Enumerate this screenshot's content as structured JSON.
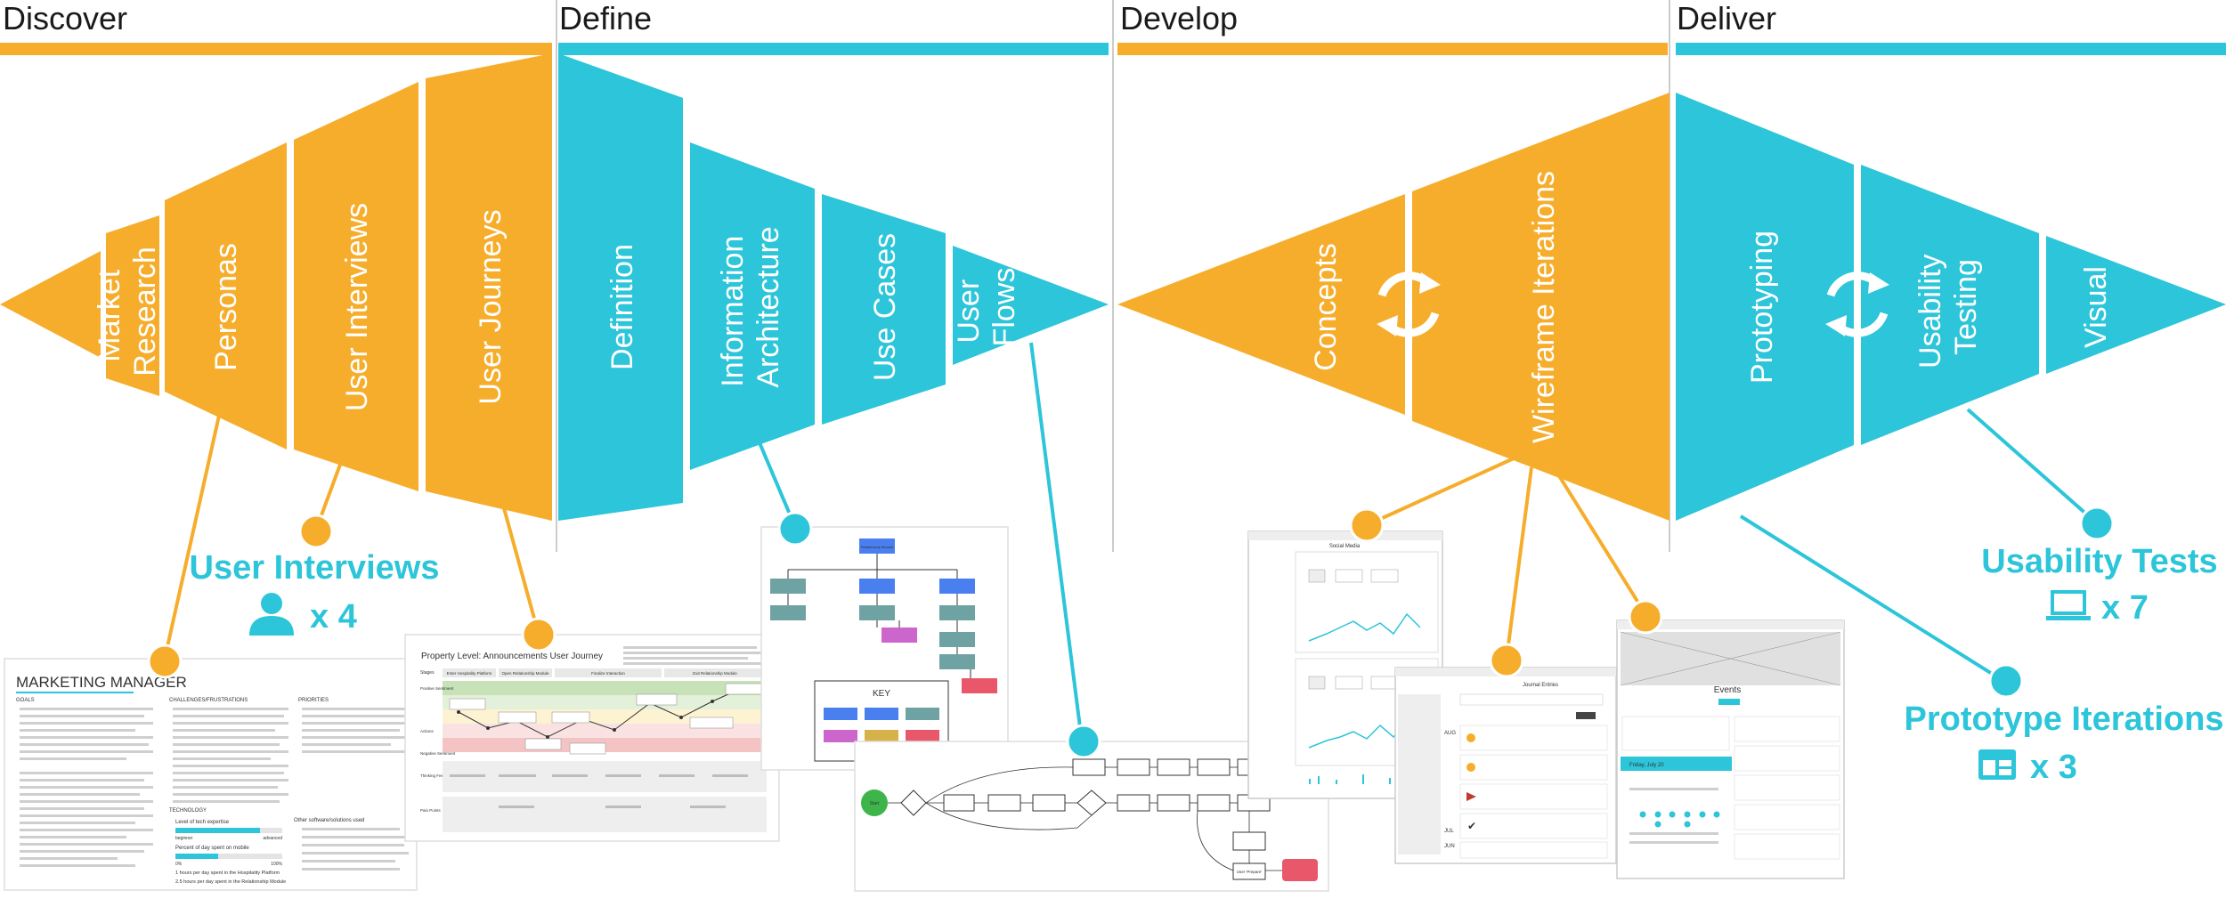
{
  "colors": {
    "orange": "#F6AD2C",
    "teal": "#2CC5D9",
    "text": "#1a1a1a",
    "gray": "#999999"
  },
  "phases": [
    {
      "name": "Discover",
      "segments": [
        "Market Research",
        "Personas",
        "User Interviews",
        "User Journeys"
      ]
    },
    {
      "name": "Define",
      "segments": [
        "Definition",
        "Information Architecture",
        "Use Cases",
        "User Flows"
      ]
    },
    {
      "name": "Develop",
      "segments": [
        "Concepts",
        "Wireframe Iterations"
      ]
    },
    {
      "name": "Deliver",
      "segments": [
        "Prototyping",
        "Usability Testing",
        "Visual"
      ]
    }
  ],
  "stats": {
    "user_interviews": {
      "label": "User Interviews",
      "count": "x 4",
      "icon": "person-icon"
    },
    "usability_tests": {
      "label": "Usability Tests",
      "count": "x 7",
      "icon": "laptop-icon"
    },
    "prototype_iterations": {
      "label": "Prototype Iterations",
      "count": "x 3",
      "icon": "layout-icon"
    }
  },
  "artifacts": {
    "persona": {
      "title": "MARKETING MANAGER",
      "col1_heading": "GOALS",
      "col2_heading": "CHALLENGES/FRUSTRATIONS",
      "col3_heading": "PRIORITIES",
      "tech_heading": "TECHNOLOGY",
      "tech_level": "Level of tech expertise",
      "tech_beginner": "beginner",
      "tech_advanced": "advanced",
      "tech_mobile": "Percent of day spent on mobile",
      "tech_zero": "0%",
      "tech_hundred": "100%",
      "tools_heading": "Other software/solutions used",
      "hours_line1": "1 hours per day spent in the Hospitality Platform",
      "hours_line2": "2.5 hours per day spent in the Relationship Module"
    },
    "journey": {
      "title": "Property Level: Announcements User Journey",
      "columns": [
        "Enter Hospitality Platform",
        "Open Relationship Module",
        "Finalize Interaction",
        "Exit Relationship Module"
      ],
      "rows": [
        "Stages",
        "Positive Sentiment",
        "Actions",
        "Negative Sentiment",
        "Thinking Feeling",
        "Pain Points"
      ]
    },
    "ia": {
      "key_title": "KEY",
      "root": "Relationship Module"
    },
    "flow": {
      "start": "Start",
      "end": "User 'Prepare'"
    },
    "wire1": {
      "header": "Social Media"
    },
    "wire2": {
      "header": "Journal Entries",
      "dates": [
        "AUG",
        "JUL",
        "JUN"
      ]
    },
    "wire3": {
      "header": "Events",
      "date_label": "Friday, July 20"
    }
  }
}
